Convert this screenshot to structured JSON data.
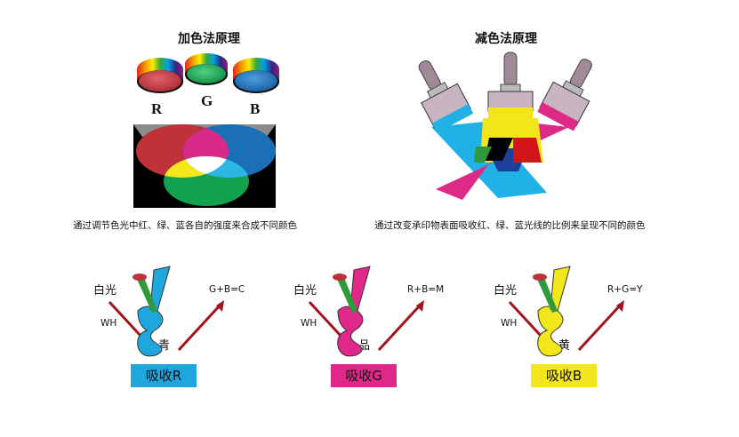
{
  "additive": {
    "title": "加色法原理",
    "letters": [
      "R",
      "G",
      "B"
    ],
    "caption": "通过调节色光中红、绿、蓝各自的强度来合成不同颜色",
    "colors": {
      "red": "#c0323a",
      "green": "#12a14e",
      "blue": "#1a6fb7",
      "cyan": "#2ab7e3",
      "magenta": "#d92a8a",
      "yellow": "#f4e81c"
    }
  },
  "subtractive": {
    "title": "减色法原理",
    "caption": "通过改变承印物表面吸收红、绿、蓝光线的比例来呈现不同的颜色",
    "colors": {
      "cyan": "#20b2e6",
      "magenta": "#dc2a86",
      "yellow": "#f2e51a",
      "brush_handle": "#a08a98"
    }
  },
  "panels": [
    {
      "light": "白光",
      "wh": "WH",
      "formula": "G+B=C",
      "result": "青",
      "absorb": "吸收R",
      "color": "#1fa6dc"
    },
    {
      "light": "白光",
      "wh": "WH",
      "formula": "R+B=M",
      "result": "品",
      "absorb": "吸收G",
      "color": "#e0288a"
    },
    {
      "light": "白光",
      "wh": "WH",
      "formula": "R+G=Y",
      "result": "黄",
      "absorb": "吸收B",
      "color": "#f2e61c"
    }
  ],
  "arrow_color": "#a0141c"
}
